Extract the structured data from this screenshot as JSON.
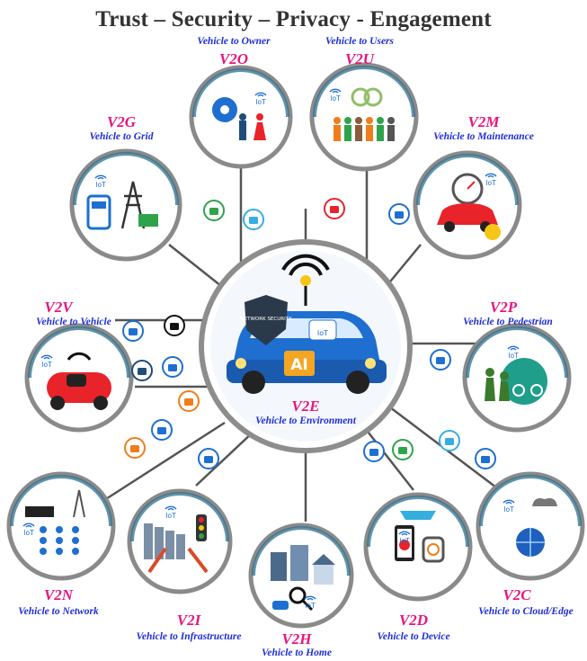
{
  "title": "Trust – Security – Privacy - Engagement",
  "colors": {
    "code": "#e8157f",
    "desc": "#1f2ed6",
    "ring": "#8a8a8a",
    "line": "#555555",
    "accent_blue": "#1e6fd0",
    "accent_orange": "#f07d1a",
    "accent_green": "#2fa34a"
  },
  "center": {
    "code": "V2E",
    "desc": "Vehicle to Environment",
    "badge": "NETWORK SECURITY",
    "ai": "AI"
  },
  "nodes": [
    {
      "id": "v2o",
      "code": "V2O",
      "desc": "Vehicle to Owner",
      "icon": "gear-people-icon"
    },
    {
      "id": "v2u",
      "code": "V2U",
      "desc": "Vehicle to Users",
      "icon": "group-icon"
    },
    {
      "id": "v2g",
      "code": "V2G",
      "desc": "Vehicle to Grid",
      "icon": "charger-pylon-icon"
    },
    {
      "id": "v2m",
      "code": "V2M",
      "desc": "Vehicle to Maintenance",
      "icon": "gauge-wrench-icon"
    },
    {
      "id": "v2v",
      "code": "V2V",
      "desc": "Vehicle to Vehicle",
      "icon": "autonomous-car-icon"
    },
    {
      "id": "v2p",
      "code": "V2P",
      "desc": "Vehicle to Pedestrian",
      "icon": "pedestrian-icon"
    },
    {
      "id": "v2n",
      "code": "V2N",
      "desc": "Vehicle to Network",
      "icon": "network-icon"
    },
    {
      "id": "v2i",
      "code": "V2I",
      "desc": "Vehicle to Infrastructure",
      "icon": "city-traffic-icon"
    },
    {
      "id": "v2h",
      "code": "V2H",
      "desc": "Vehicle to Home",
      "icon": "home-search-icon"
    },
    {
      "id": "v2d",
      "code": "V2D",
      "desc": "Vehicle to Device",
      "icon": "phone-watch-icon"
    },
    {
      "id": "v2c",
      "code": "V2C",
      "desc": "Vehicle to Cloud/Edge",
      "icon": "cloud-globe-icon"
    }
  ],
  "iot_label": "IoT"
}
